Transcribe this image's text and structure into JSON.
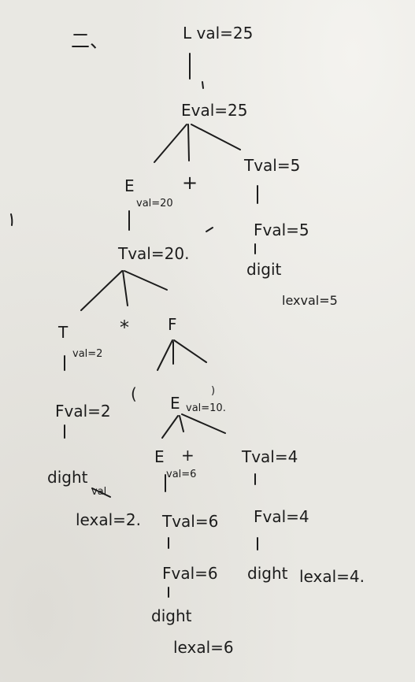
{
  "heading": "二、",
  "nodes": {
    "l_root": "L val=25",
    "e_root": "Eval=25",
    "plus_top": "+",
    "t_right": "Tval=5",
    "f_right": "Fval=5",
    "digit_right": "digit",
    "lexval_right": "lexval=5",
    "e_left": "E",
    "e_left_val": "val=20",
    "t_mid": "Tval=20.",
    "t_small": "T",
    "t_small_val": "val=2",
    "times": "*",
    "f_mid": "F",
    "lparen": "(",
    "e_inner": "E",
    "e_inner_val": "val=10.",
    "rparen": ")",
    "f_left": "Fval=2",
    "digit_left": "dight",
    "digit_left_struck": "val",
    "lexval_left": "lexal=2.",
    "e_six": "E",
    "plus_inner": "+",
    "e_six_val": "val=6",
    "t_four": "Tval=4",
    "t_six": "Tval=6",
    "f_four": "Fval=4",
    "f_six": "Fval=6",
    "digit_four": "dight",
    "lexval_four": "lexal=4.",
    "digit_six": "dight",
    "lexval_six": "lexal=6"
  }
}
